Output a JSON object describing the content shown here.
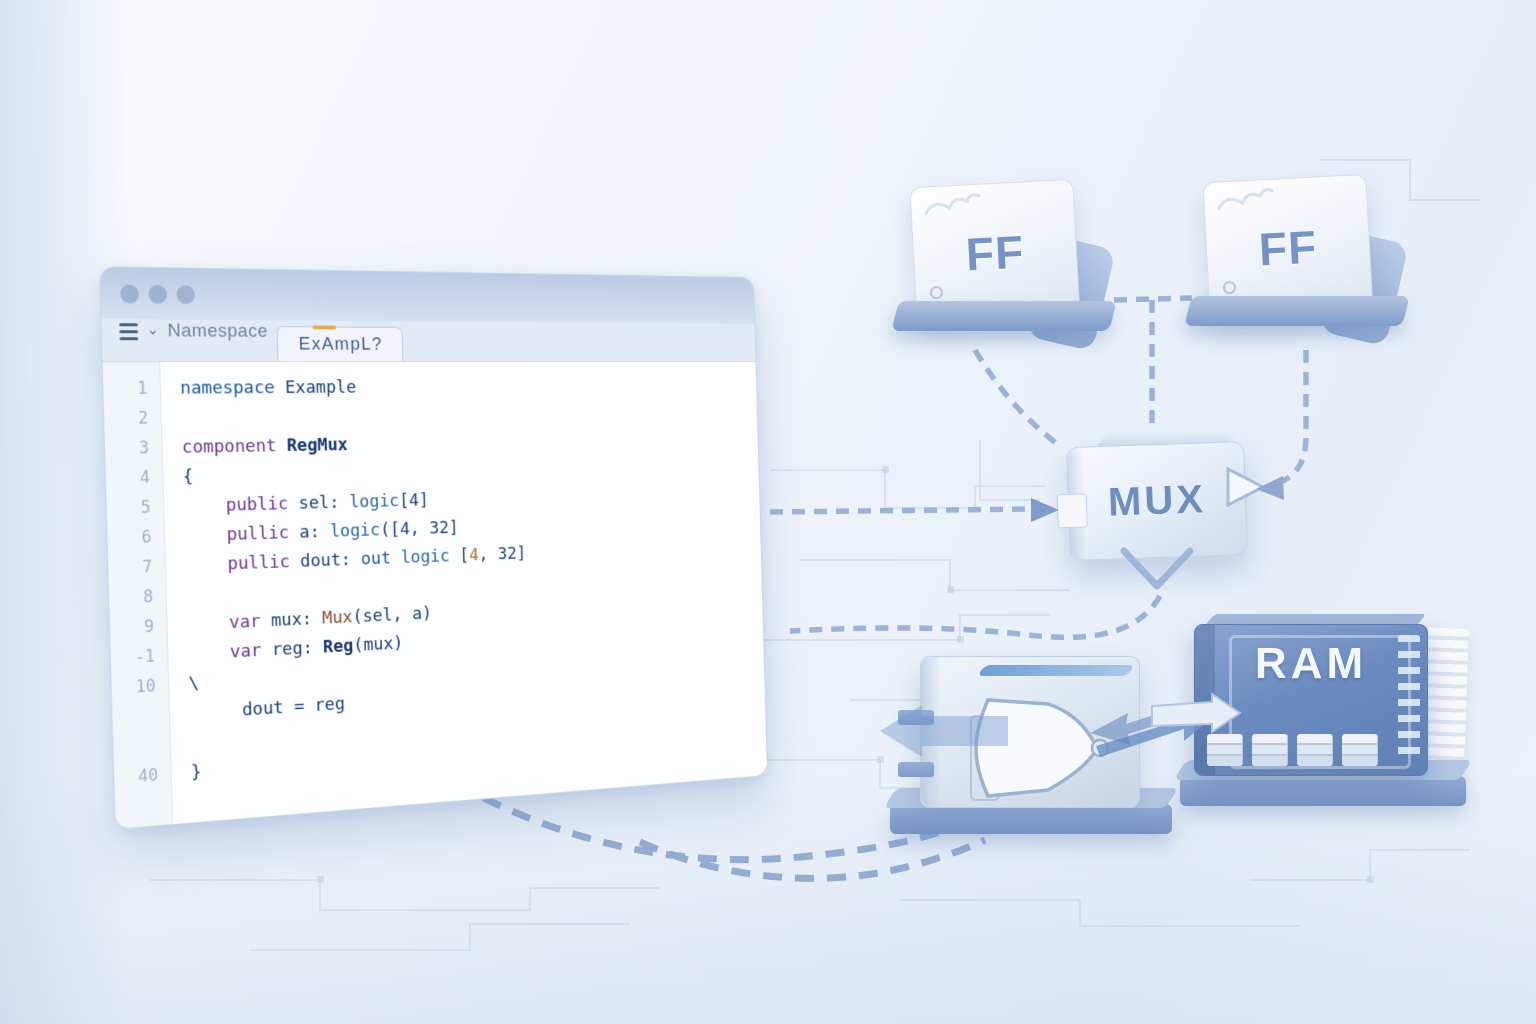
{
  "colors": {
    "dash": "#8fa8d2",
    "dash_heavy": "#7e9cc9",
    "accent_blue": "#6d8ec0",
    "tab_accent": "#e9a94f",
    "syntax": {
      "kw": "#6f3796",
      "kw2": "#1e59a6",
      "type": "#2e64b0",
      "ident": "#1d3f7e",
      "identB": "#16366e",
      "typeAlt": "#8a5030",
      "num": "#b06f2c",
      "plain": "#2a4a80"
    }
  },
  "icons": {
    "chevron_down": "⌄"
  },
  "editor": {
    "menu_label": "Namespace",
    "tab_label": "ExAmpL?",
    "rows": [
      {
        "n": "1",
        "tokens": [
          {
            "t": "namespace ",
            "c": "kw2"
          },
          {
            "t": "Example",
            "c": "ident"
          }
        ]
      },
      {
        "n": "2",
        "tokens": []
      },
      {
        "n": "3",
        "tokens": [
          {
            "t": "component ",
            "c": "kw"
          },
          {
            "t": "RegMux",
            "c": "identB"
          }
        ]
      },
      {
        "n": "4",
        "tokens": [
          {
            "t": "{",
            "c": "ident"
          }
        ]
      },
      {
        "n": "5",
        "tokens": [
          {
            "t": "    ",
            "c": "plain"
          },
          {
            "t": "public ",
            "c": "kw"
          },
          {
            "t": "sel: ",
            "c": "ident"
          },
          {
            "t": "logic",
            "c": "type"
          },
          {
            "t": "[4]",
            "c": "ident"
          }
        ]
      },
      {
        "n": "6",
        "tokens": [
          {
            "t": "    ",
            "c": "plain"
          },
          {
            "t": "pullic ",
            "c": "kw"
          },
          {
            "t": "a: ",
            "c": "ident"
          },
          {
            "t": "logic",
            "c": "type"
          },
          {
            "t": "([4, 32]",
            "c": "ident"
          }
        ]
      },
      {
        "n": "7",
        "tokens": [
          {
            "t": "    ",
            "c": "plain"
          },
          {
            "t": "pullic ",
            "c": "kw"
          },
          {
            "t": "dout: ",
            "c": "ident"
          },
          {
            "t": "out ",
            "c": "kw2"
          },
          {
            "t": "logic ",
            "c": "type"
          },
          {
            "t": "[",
            "c": "ident"
          },
          {
            "t": "4",
            "c": "num"
          },
          {
            "t": ", 32]",
            "c": "ident"
          }
        ]
      },
      {
        "n": "8",
        "tokens": []
      },
      {
        "n": "9",
        "tokens": [
          {
            "t": "    ",
            "c": "plain"
          },
          {
            "t": "var ",
            "c": "kw"
          },
          {
            "t": "mux: ",
            "c": "ident"
          },
          {
            "t": "Mux",
            "c": "typeAlt"
          },
          {
            "t": "(sel, a)",
            "c": "ident"
          }
        ]
      },
      {
        "n": "-1",
        "tokens": [
          {
            "t": "    ",
            "c": "plain"
          },
          {
            "t": "var ",
            "c": "kw"
          },
          {
            "t": "reg: ",
            "c": "ident"
          },
          {
            "t": "Reg",
            "c": "identB"
          },
          {
            "t": "(mux)",
            "c": "ident"
          }
        ]
      },
      {
        "n": "10",
        "tokens": [
          {
            "t": "\\",
            "c": "ident"
          }
        ]
      },
      {
        "n": "",
        "tokens": [
          {
            "t": "     ",
            "c": "plain"
          },
          {
            "t": "dout = reg",
            "c": "ident"
          }
        ]
      },
      {
        "n": "",
        "tokens": []
      },
      {
        "n": "40",
        "tokens": [
          {
            "t": "}",
            "c": "ident"
          }
        ]
      }
    ]
  },
  "diagram": {
    "ff1": {
      "label": "FF"
    },
    "ff2": {
      "label": "FF"
    },
    "mux": {
      "label": "MUX"
    },
    "ram": {
      "label": "RAM"
    }
  }
}
